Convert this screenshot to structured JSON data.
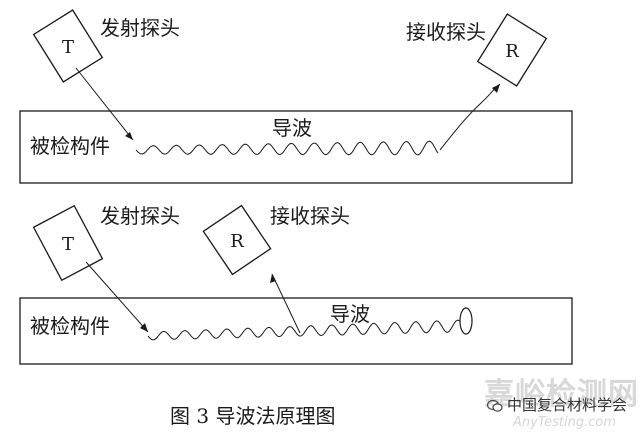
{
  "top_scene": {
    "transmit_probe_letter": "T",
    "transmit_probe_label": "发射探头",
    "receive_probe_letter": "R",
    "receive_probe_label": "接收探头",
    "component_label": "被检构件",
    "wave_label": "导波"
  },
  "bottom_scene": {
    "transmit_probe_letter": "T",
    "transmit_probe_label": "发射探头",
    "receive_probe_letter": "R",
    "receive_probe_label": "接收探头",
    "component_label": "被检构件",
    "wave_label": "导波"
  },
  "caption": "图 3   导波法原理图",
  "watermark": {
    "main": "嘉峪检测网",
    "org": "中国复合材料学会",
    "site": "AnyTesting.com"
  },
  "icons": [
    "probe-t-icon",
    "probe-r-icon",
    "defect-icon",
    "wechat-icon"
  ]
}
